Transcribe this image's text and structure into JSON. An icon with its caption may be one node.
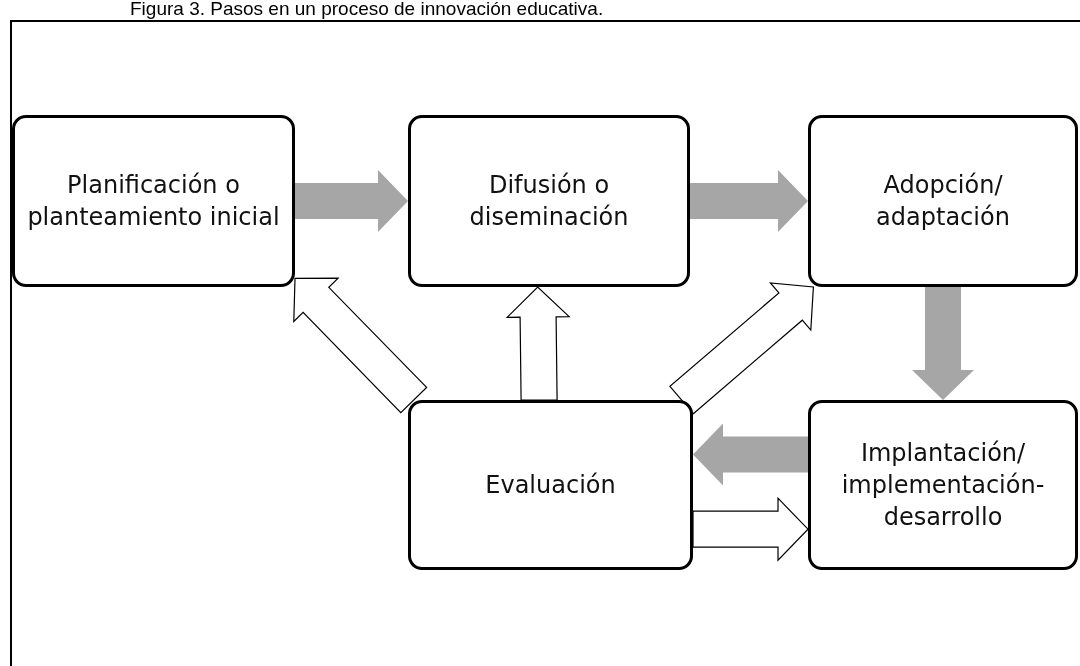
{
  "diagram": {
    "title": "Figura 3. Pasos en un proceso de innovación educativa.",
    "nodes": [
      {
        "text": [
          "Planificación o planteamiento inicial"
        ]
      },
      {
        "text": [
          "Difusión o diseminación"
        ]
      },
      {
        "text": [
          "Adopción/ adaptación"
        ]
      },
      {
        "text": [
          "Evaluación"
        ]
      },
      {
        "text": [
          "Implantación/ implementación-desarrollo"
        ]
      }
    ],
    "edges": [
      {
        "from": 0,
        "to": 1,
        "arrow": "to",
        "color": "#a6a6a6"
      },
      {
        "from": 1,
        "to": 2,
        "arrow": "to",
        "color": "#a6a6a6"
      },
      {
        "from": 2,
        "to": 4,
        "arrow": "to",
        "color": "#a6a6a6"
      },
      {
        "from": 4,
        "to": 3,
        "arrow": "to",
        "color": "#a6a6a6"
      },
      {
        "from": 3,
        "to": 0,
        "arrow": "to",
        "color": "#ffffff"
      },
      {
        "from": 3,
        "to": 1,
        "arrow": "to",
        "color": "#ffffff"
      },
      {
        "from": 3,
        "to": 2,
        "arrow": "to",
        "color": "#ffffff"
      },
      {
        "from": 3,
        "to": 4,
        "arrow": "to",
        "color": "#ffffff"
      }
    ]
  }
}
